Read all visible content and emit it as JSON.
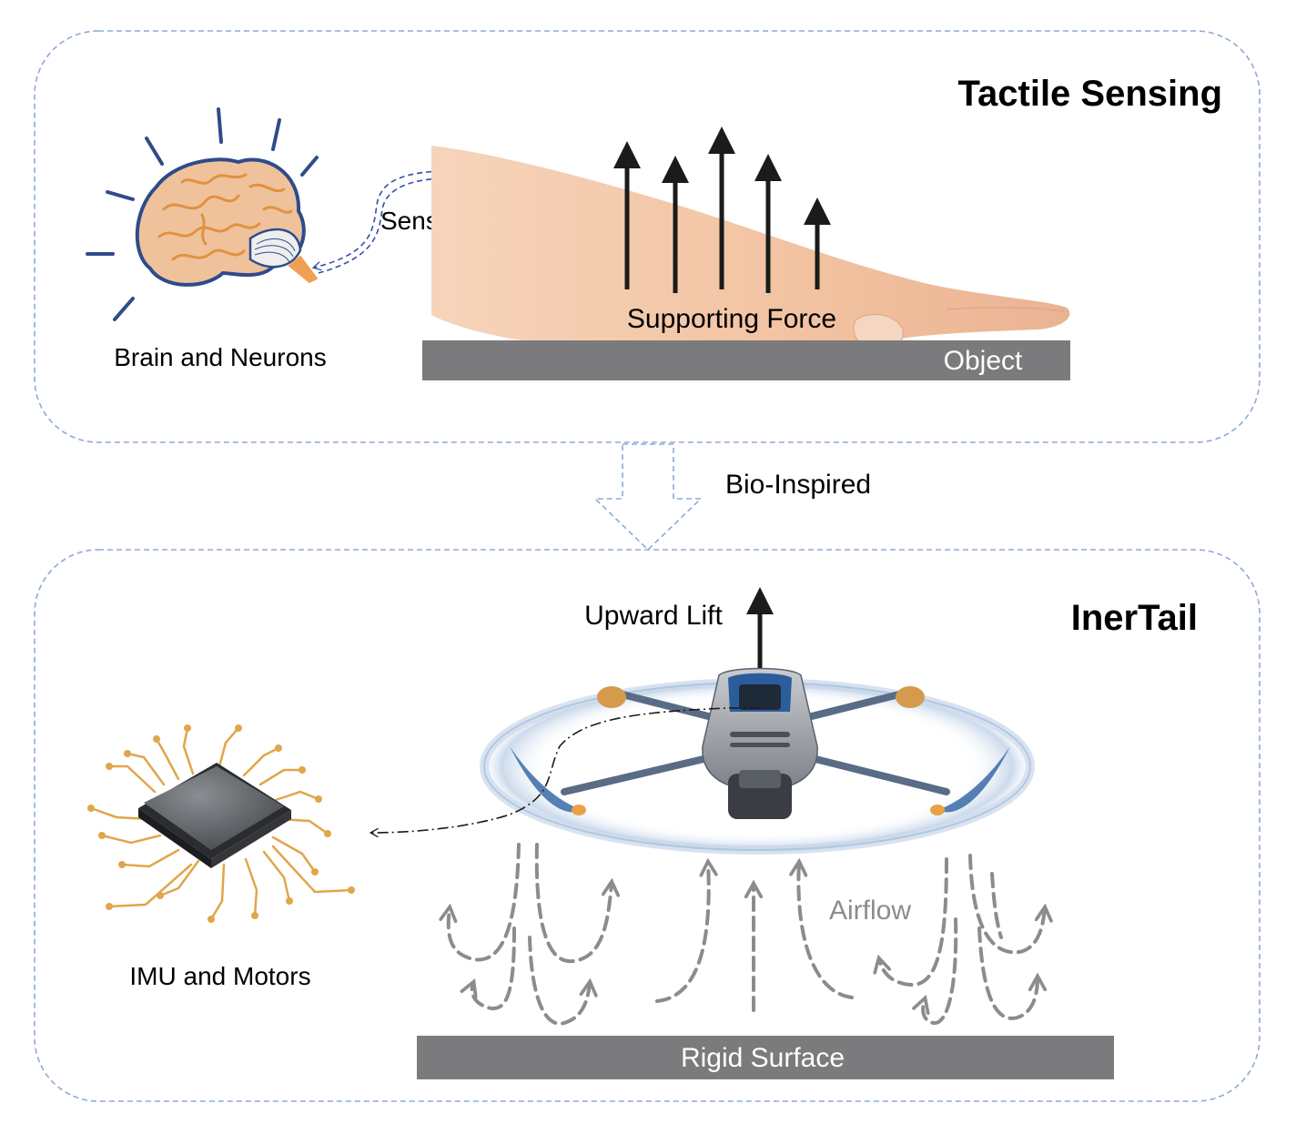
{
  "top_panel": {
    "title": "Tactile Sensing",
    "brain_label": "Brain and Neurons",
    "sensing_label": "Sensing",
    "force_label": "Supporting Force",
    "object_label": "Object"
  },
  "connector": {
    "label": "Bio-Inspired"
  },
  "bottom_panel": {
    "title": "InerTail",
    "lift_label": "Upward Lift",
    "imu_label": "IMU and Motors",
    "airflow_label": "Airflow",
    "surface_label": "Rigid Surface"
  },
  "colors": {
    "panel_border": "#8fa8d8",
    "bar_gray": "#7b7b7d",
    "brain_orange": "#e9a35a",
    "brain_fill": "#efc29c",
    "brain_outline": "#2f4b8a",
    "skin": "#f2c7a6",
    "airflow_gray": "#8c8c8c",
    "drone_blue": "#3a6aa6"
  }
}
